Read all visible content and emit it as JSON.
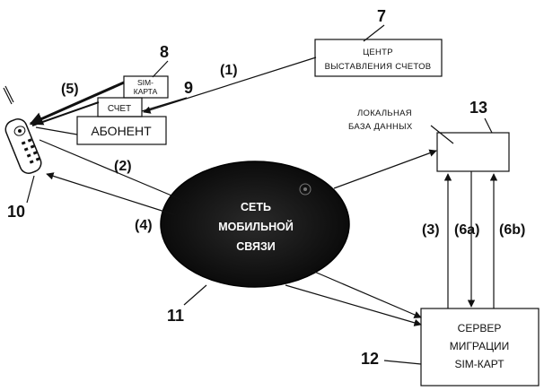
{
  "nodes": {
    "billing_center": {
      "line1": "ЦЕНТР",
      "line2": "ВЫСТАВЛЕНИЯ СЧЕТОВ",
      "number": "7"
    },
    "sim_card": {
      "line1": "SIM-",
      "line2": "КАРТА",
      "number": "8"
    },
    "account": {
      "label": "СЧЕТ",
      "number": "9"
    },
    "subscriber": {
      "label": "АБОНЕНТ"
    },
    "phone": {
      "number": "10"
    },
    "network": {
      "line1": "СЕТЬ",
      "line2": "МОБИЛЬНОЙ",
      "line3": "СВЯЗИ",
      "number": "11"
    },
    "local_db": {
      "line1": "ЛОКАЛЬНАЯ",
      "line2": "БАЗА ДАННЫХ",
      "number": "13"
    },
    "migration_server": {
      "line1": "СЕРВЕР",
      "line2": "МИГРАЦИИ",
      "line3": "SIM-КАРТ",
      "number": "12"
    }
  },
  "steps": {
    "s1": "(1)",
    "s2": "(2)",
    "s3": "(3)",
    "s4": "(4)",
    "s5": "(5)",
    "s6a": "(6a)",
    "s6b": "(6b)"
  },
  "colors": {
    "ink": "#111111",
    "network_fill": "#0d0d0d",
    "background": "#ffffff"
  }
}
